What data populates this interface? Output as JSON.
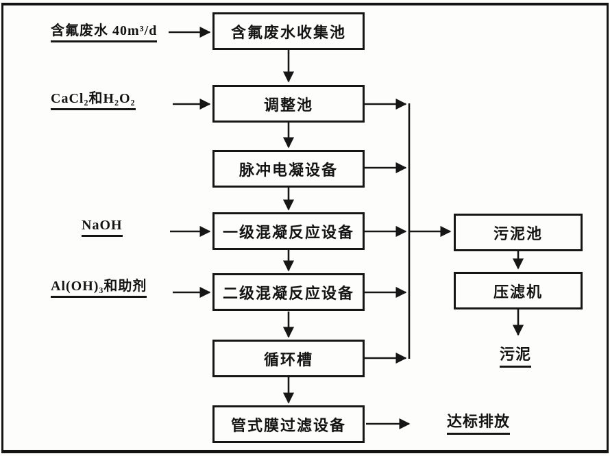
{
  "diagram_type": "process-flow",
  "colors": {
    "line": "#161616",
    "background": "#fdfdfc"
  },
  "inputs": [
    {
      "id": "fluoride-wastewater",
      "label": "含氟废水 40m³/d"
    },
    {
      "id": "cacl2-h2o2",
      "label": "CaCl₂和H₂O₂"
    },
    {
      "id": "naoh",
      "label": "NaOH"
    },
    {
      "id": "aloh3-additive",
      "label": "Al(OH)₃和助剂"
    }
  ],
  "process": [
    {
      "id": "collection-pool",
      "label": "含氟废水收集池"
    },
    {
      "id": "adjustment-pool",
      "label": "调整池"
    },
    {
      "id": "pulse-electrocoagulation",
      "label": "脉冲电凝设备"
    },
    {
      "id": "primary-coagulation",
      "label": "一级混凝反应设备"
    },
    {
      "id": "secondary-coagulation",
      "label": "二级混凝反应设备"
    },
    {
      "id": "circulation-tank",
      "label": "循环槽"
    },
    {
      "id": "tubular-membrane-filter",
      "label": "管式膜过滤设备"
    }
  ],
  "sludge_branch": [
    {
      "id": "sludge-pool",
      "label": "污泥池"
    },
    {
      "id": "filter-press",
      "label": "压滤机"
    }
  ],
  "outputs": [
    {
      "id": "sludge",
      "label": "污泥"
    },
    {
      "id": "standard-discharge",
      "label": "达标排放"
    }
  ],
  "edges": [
    "含氟废水 40m³/d → 含氟废水收集池",
    "含氟废水收集池 → 调整池",
    "CaCl₂和H₂O₂ → 调整池",
    "调整池 → 脉冲电凝设备",
    "脉冲电凝设备 → 一级混凝反应设备",
    "NaOH → 一级混凝反应设备",
    "一级混凝反应设备 → 二级混凝反应设备",
    "Al(OH)₃和助剂 → 二级混凝反应设备",
    "二级混凝反应设备 → 循环槽",
    "循环槽 → 管式膜过滤设备",
    "调整池 → 污泥收集线",
    "脉冲电凝设备 → 污泥收集线",
    "一级混凝反应设备 → 污泥收集线",
    "二级混凝反应设备 → 污泥收集线",
    "循环槽 → 污泥收集线",
    "污泥收集线 → 污泥池",
    "污泥池 → 压滤机",
    "压滤机 → 污泥",
    "管式膜过滤设备 → 达标排放"
  ]
}
